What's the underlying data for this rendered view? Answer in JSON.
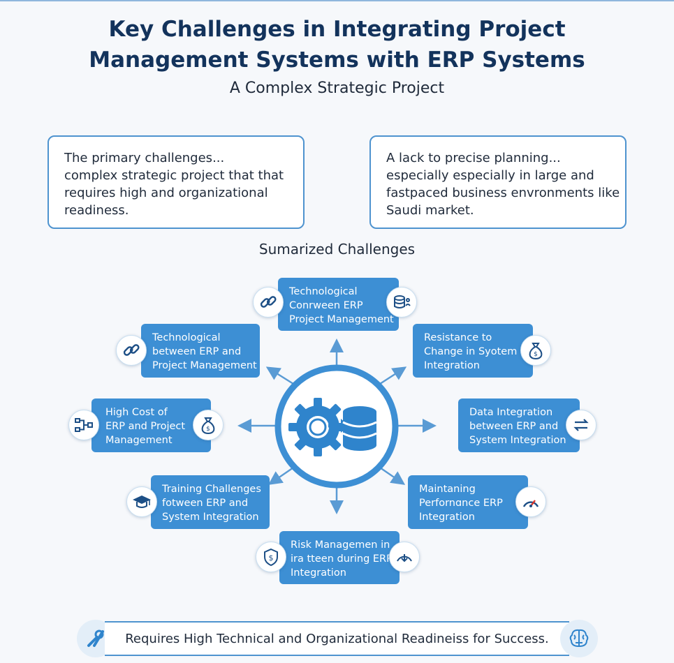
{
  "header": {
    "title_line1": "Key Challenges in Integrating Project",
    "title_line2": "Management Systems with ERP Systems",
    "subtitle": "A Complex Strategic Project"
  },
  "intro_left": {
    "lines": [
      "The primary challenges...",
      "complex strategic project that that",
      "requires high and organizational",
      "readiness."
    ]
  },
  "intro_right": {
    "lines": [
      "A lack to precise planning...",
      "especially especially in large and",
      "fastpaced business envronments like",
      "Saudi market."
    ]
  },
  "diagram": {
    "title": "Sumarized Challenges",
    "center_icon": "gear-database-icon",
    "nodes": [
      {
        "lines": [
          "Technological",
          "Conrween ERP",
          "Project Management"
        ],
        "icon": "database-icon"
      },
      {
        "lines": [
          "Technological",
          "between ERP and",
          "Project Management"
        ],
        "icon": "link-icon"
      },
      {
        "lines": [
          "Resistance to",
          "Change in Syotem",
          "Integration"
        ],
        "icon": "money-bag-icon"
      },
      {
        "lines": [
          "High Cost of",
          "ERP and Project",
          "Management"
        ],
        "icon": "money-bag-icon"
      },
      {
        "lines": [
          "Data Integration",
          "between ERP and",
          "System Integration"
        ],
        "icon": "exchange-icon"
      },
      {
        "lines": [
          "Training Challenges",
          "fotween ERP and",
          "System Integration"
        ],
        "icon": "graduation-cap-icon"
      },
      {
        "lines": [
          "Maintaning",
          "Perfornɑnce ERP",
          "Integration"
        ],
        "icon": "gauge-icon"
      },
      {
        "lines": [
          "Risk Managemen in",
          "ira tteen during ERP",
          "Integration"
        ],
        "icon": "gauge-down-icon"
      }
    ]
  },
  "footer": {
    "text": "Requires High Technical and Organizational Readineiss for Success.",
    "left_icon": "tools-icon",
    "right_icon": "brain-icon"
  },
  "colors": {
    "title": "#13335c",
    "node_fill": "#3d8fd4",
    "accent_border": "#4e93cf",
    "arrow": "#5a9bd4"
  }
}
